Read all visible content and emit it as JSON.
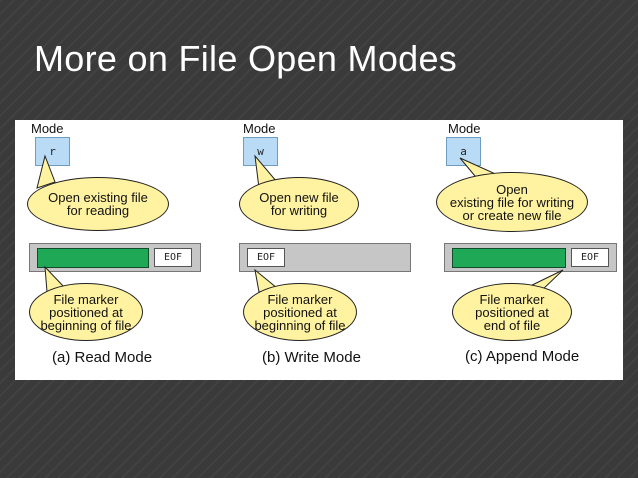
{
  "slide": {
    "title": "More on File Open Modes"
  },
  "colors": {
    "background": "#3a3a3a",
    "bubble_fill": "#fff2a0",
    "mode_box": "#b9dbf6",
    "file_bar": "#c6c6c6",
    "file_fill": "#1fa855"
  },
  "panels": [
    {
      "mode_heading": "Mode",
      "mode_code": "r",
      "description": [
        "Open existing file",
        "for reading"
      ],
      "file_marker_position": "beginning",
      "eof_label": "EOF",
      "marker_note": [
        "File marker",
        "positioned at",
        "beginning of file"
      ],
      "caption": "(a) Read Mode"
    },
    {
      "mode_heading": "Mode",
      "mode_code": "w",
      "description": [
        "Open new file",
        "for writing"
      ],
      "file_marker_position": "beginning",
      "eof_label": "EOF",
      "marker_note": [
        "File marker",
        "positioned at",
        "beginning of file"
      ],
      "caption": "(b) Write Mode"
    },
    {
      "mode_heading": "Mode",
      "mode_code": "a",
      "description": [
        "Open",
        "existing file for writing",
        "or create new file"
      ],
      "file_marker_position": "end",
      "eof_label": "EOF",
      "marker_note": [
        "File marker",
        "positioned at",
        "end of file"
      ],
      "caption": "(c) Append Mode"
    }
  ]
}
